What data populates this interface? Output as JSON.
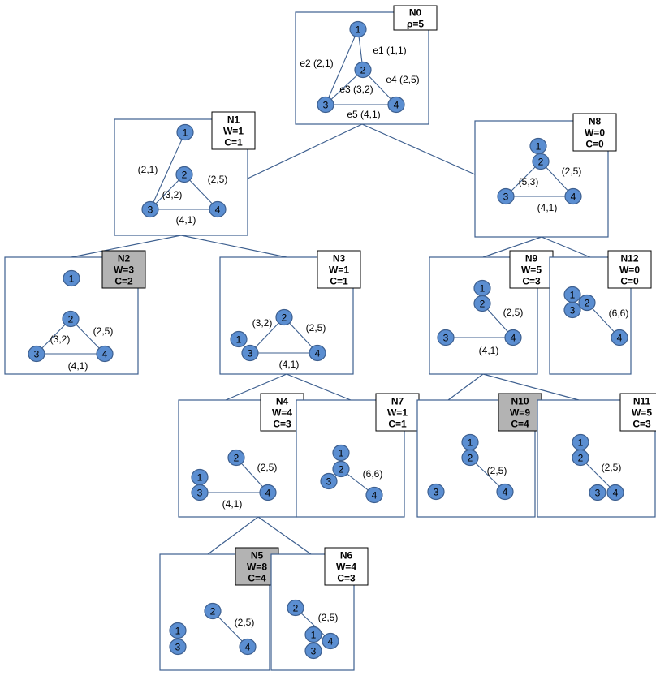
{
  "nodes": [
    {
      "id": "N0",
      "lines": [
        "N0",
        "ρ=5"
      ],
      "highlight": false,
      "vertices": [
        "1",
        "2",
        "3",
        "4"
      ],
      "edge_labels": [
        "e1 (1,1)",
        "e2 (2,1)",
        "e3 (3,2)",
        "e4 (2,5)",
        "e5 (4,1)"
      ]
    },
    {
      "id": "N1",
      "lines": [
        "N1",
        "W=1",
        "C=1"
      ],
      "highlight": false,
      "vertices": [
        "1",
        "2",
        "3",
        "4"
      ],
      "edge_labels": [
        "(2,1)",
        "(3,2)",
        "(2,5)",
        "(4,1)"
      ]
    },
    {
      "id": "N8",
      "lines": [
        "N8",
        "W=0",
        "C=0"
      ],
      "highlight": false,
      "vertices": [
        "1",
        "2",
        "3",
        "4"
      ],
      "edge_labels": [
        "(5,3)",
        "(2,5)",
        "(4,1)"
      ]
    },
    {
      "id": "N2",
      "lines": [
        "N2",
        "W=3",
        "C=2"
      ],
      "highlight": true,
      "vertices": [
        "1",
        "2",
        "3",
        "4"
      ],
      "edge_labels": [
        "(3,2)",
        "(2,5)",
        "(4,1)"
      ]
    },
    {
      "id": "N3",
      "lines": [
        "N3",
        "W=1",
        "C=1"
      ],
      "highlight": false,
      "vertices": [
        "2",
        "1",
        "3",
        "4"
      ],
      "edge_labels": [
        "(3,2)",
        "(2,5)",
        "(4,1)"
      ]
    },
    {
      "id": "N9",
      "lines": [
        "N9",
        "W=5",
        "C=3"
      ],
      "highlight": false,
      "vertices": [
        "1",
        "2",
        "3",
        "4"
      ],
      "edge_labels": [
        "(2,5)",
        "(4,1)"
      ]
    },
    {
      "id": "N12",
      "lines": [
        "N12",
        "W=0",
        "C=0"
      ],
      "highlight": false,
      "vertices": [
        "1",
        "2",
        "3",
        "4"
      ],
      "edge_labels": [
        "(6,6)"
      ]
    },
    {
      "id": "N4",
      "lines": [
        "N4",
        "W=4",
        "C=3"
      ],
      "highlight": false,
      "vertices": [
        "2",
        "1",
        "3",
        "4"
      ],
      "edge_labels": [
        "(2,5)",
        "(4,1)"
      ]
    },
    {
      "id": "N7",
      "lines": [
        "N7",
        "W=1",
        "C=1"
      ],
      "highlight": false,
      "vertices": [
        "1",
        "2",
        "3",
        "4"
      ],
      "edge_labels": [
        "(6,6)"
      ]
    },
    {
      "id": "N10",
      "lines": [
        "N10",
        "W=9",
        "C=4"
      ],
      "highlight": true,
      "vertices": [
        "1",
        "2",
        "3",
        "4"
      ],
      "edge_labels": [
        "(2,5)"
      ]
    },
    {
      "id": "N11",
      "lines": [
        "N11",
        "W=5",
        "C=3"
      ],
      "highlight": false,
      "vertices": [
        "1",
        "2",
        "3",
        "4"
      ],
      "edge_labels": [
        "(2,5)"
      ]
    },
    {
      "id": "N5",
      "lines": [
        "N5",
        "W=8",
        "C=4"
      ],
      "highlight": true,
      "vertices": [
        "2",
        "1",
        "3",
        "4"
      ],
      "edge_labels": [
        "(2,5)"
      ]
    },
    {
      "id": "N6",
      "lines": [
        "N6",
        "W=4",
        "C=3"
      ],
      "highlight": false,
      "vertices": [
        "2",
        "1",
        "4",
        "3"
      ],
      "edge_labels": [
        "(2,5)"
      ]
    }
  ],
  "tree_edges": [
    [
      "N0",
      "N1"
    ],
    [
      "N0",
      "N8"
    ],
    [
      "N1",
      "N2"
    ],
    [
      "N1",
      "N3"
    ],
    [
      "N8",
      "N9"
    ],
    [
      "N8",
      "N12"
    ],
    [
      "N3",
      "N4"
    ],
    [
      "N3",
      "N7"
    ],
    [
      "N9",
      "N10"
    ],
    [
      "N9",
      "N11"
    ],
    [
      "N4",
      "N5"
    ],
    [
      "N4",
      "N6"
    ]
  ],
  "colors": {
    "vertex_fill": "#5b8ed1",
    "line": "#3d5f8f",
    "highlight_label": "#b3b3b3"
  }
}
